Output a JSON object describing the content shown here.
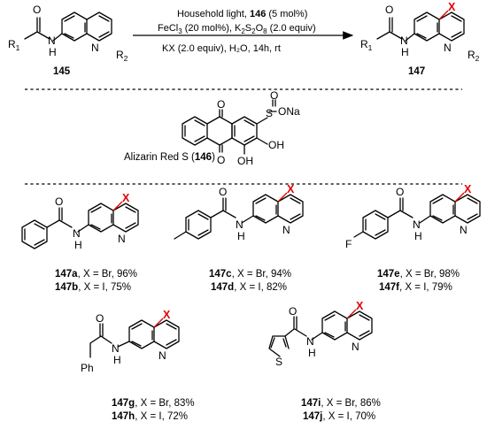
{
  "colors": {
    "halogen": "#e00000",
    "ink": "#000000"
  },
  "reaction": {
    "substrate_label": "145",
    "product_label": "147",
    "conditions": {
      "line1_pre": "Household light, ",
      "line1_cat": "146",
      "line1_post": " (5 mol%)",
      "line2_a": "FeCl",
      "line2_a_sub": "3",
      "line2_b": " (20 mol%), K",
      "line2_b_sub1": "2",
      "line2_c": "S",
      "line2_c_sub": "2",
      "line2_d": "O",
      "line2_d_sub": "8",
      "line2_e": " (2.0 equiv)",
      "line3": "KX (2.0 equiv), H₂O, 14h, rt"
    },
    "atoms": {
      "R1": "R",
      "R1_sub": "1",
      "O": "O",
      "NH": "N",
      "H": "H",
      "N": "N",
      "R2": "R",
      "R2_sub": "2",
      "X": "X"
    }
  },
  "catalyst": {
    "name": "Alizarin Red S (",
    "number": "146",
    "close": ")",
    "atoms": {
      "O": "O",
      "S": "S",
      "ONa": "ONa",
      "OH": "OH"
    }
  },
  "products": [
    {
      "rows": [
        {
          "id": "147a",
          "text": ", X = Br, 96%"
        },
        {
          "id": "147b",
          "text": ", X = I, 75%"
        }
      ]
    },
    {
      "rows": [
        {
          "id": "147c",
          "text": ", X = Br, 94%"
        },
        {
          "id": "147d",
          "text": ", X = I, 82%"
        }
      ]
    },
    {
      "rows": [
        {
          "id": "147e",
          "text": ", X = Br, 98%"
        },
        {
          "id": "147f",
          "text": ",  X = I, 79%"
        }
      ]
    },
    {
      "rows": [
        {
          "id": "147g",
          "text": ", X = Br, 83%"
        },
        {
          "id": "147h",
          "text": ", X = I, 72%"
        }
      ]
    },
    {
      "rows": [
        {
          "id": "147i",
          "text": ", X = Br, 86%"
        },
        {
          "id": "147j",
          "text": ", X = I, 70%"
        }
      ]
    }
  ],
  "product_atoms": {
    "F": "F",
    "Ph": "Ph",
    "S": "S"
  }
}
